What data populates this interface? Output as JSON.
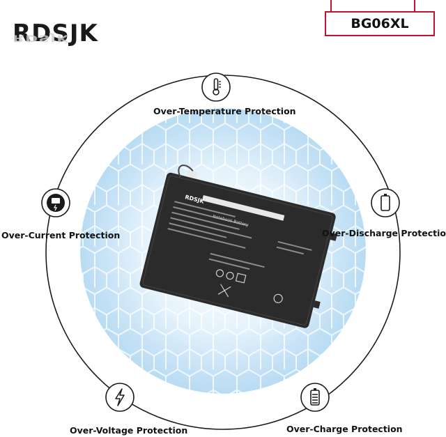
{
  "brand": {
    "logo_text": "RDSJK",
    "accent": "#c8102e"
  },
  "model": "BG06XL",
  "protections": [
    {
      "label": "Over-Temperature Protection",
      "icon": "thermometer-icon"
    },
    {
      "label": "Over-Current Protection",
      "icon": "current-meter-icon"
    },
    {
      "label": "Over-Discharge Protection",
      "icon": "battery-empty-icon"
    },
    {
      "label": "Over-Voltage Protection",
      "icon": "lightning-icon"
    },
    {
      "label": "Over-Charge Protection",
      "icon": "battery-full-icon"
    }
  ],
  "battery": {
    "brand_label": "RDSJK",
    "type_label": "Notebook Battery"
  },
  "colors": {
    "ring": "#1a1a1a",
    "glow": "#cfe8f8",
    "battery": "#2b2b2b"
  }
}
